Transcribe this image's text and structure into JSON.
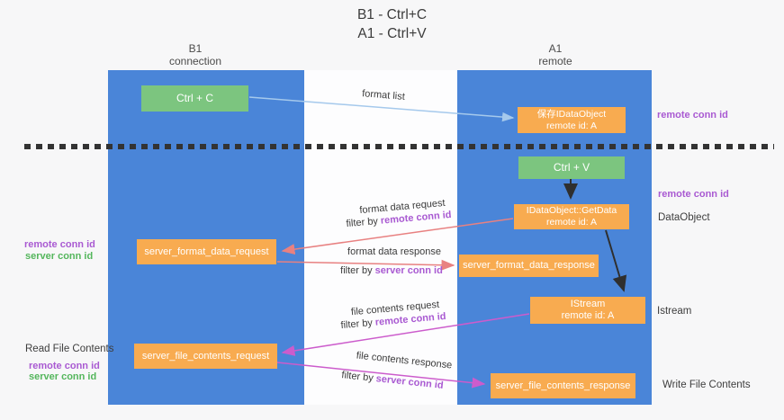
{
  "title": {
    "line1": "B1 - Ctrl+C",
    "line2": "A1 - Ctrl+V"
  },
  "lanes": {
    "b1": {
      "name": "B1",
      "role": "connection"
    },
    "a1": {
      "name": "A1",
      "role": "remote"
    }
  },
  "nodes": {
    "ctrl_c": {
      "label": "Ctrl + C"
    },
    "ctrl_v": {
      "label": "Ctrl + V"
    },
    "save_dataobject": {
      "line1": "保存IDataObject",
      "line2": "remote id: A"
    },
    "getdata": {
      "line1": "IDataObject::GetData",
      "line2": "remote id: A"
    },
    "istream": {
      "line1": "IStream",
      "line2": "remote id: A"
    },
    "server_format_data_request": {
      "label": "server_format_data_request"
    },
    "server_format_data_response": {
      "label": "server_format_data_response"
    },
    "server_file_contents_request": {
      "label": "server_file_contents_request"
    },
    "server_file_contents_response": {
      "label": "server_file_contents_response"
    }
  },
  "messages": {
    "format_list": "format list",
    "format_data_request": "format data request",
    "format_data_response": "format data response",
    "file_contents_request": "file contents request",
    "file_contents_response": "file contents response",
    "filter_by": "filter by",
    "remote_conn_id": "remote conn id",
    "server_conn_id": "server conn id"
  },
  "annotations": {
    "dataobject": "DataObject",
    "istream": "Istream",
    "read_file_contents": "Read File Contents",
    "write_file_contents": "Write File Contents"
  },
  "colors": {
    "lane_blue": "#4a85d8",
    "node_green": "#7cc57f",
    "node_orange": "#f8ab50",
    "arrow_lightblue": "#a5c9ec",
    "arrow_black": "#2f2f2f",
    "arrow_salmon": "#e88181",
    "arrow_magenta": "#cc5ccc",
    "text_purple": "#a95ad2",
    "text_green": "#54b65c"
  }
}
